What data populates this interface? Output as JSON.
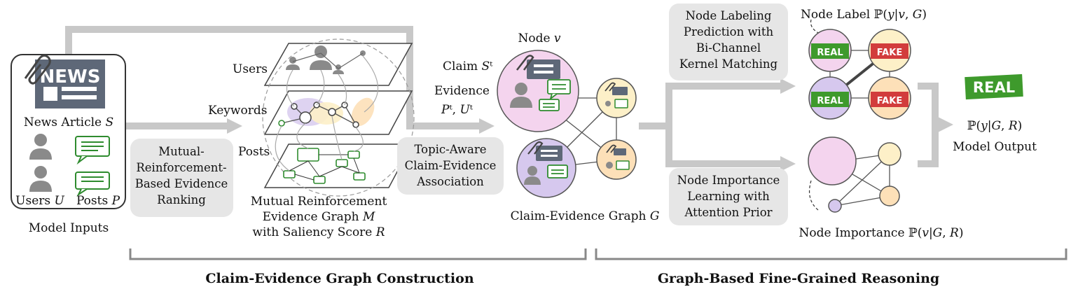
{
  "inputs": {
    "news_icon_text": "NEWS",
    "news_article": "News Article 𝑆",
    "users": "Users 𝑈",
    "posts": "Posts 𝑃",
    "caption": "Model Inputs"
  },
  "ranking_box": {
    "lines": [
      "Mutual-",
      "Reinforcement-",
      "Based Evidence",
      "Ranking"
    ]
  },
  "graph_m": {
    "layer_users": "Users",
    "layer_keywords": "Keywords",
    "layer_posts": "Posts",
    "caption_lines": [
      "Mutual Reinforcement",
      "Evidence Graph 𝑀",
      "with Saliency Score 𝑅"
    ]
  },
  "claim_labels": {
    "claim": "Claim 𝑆ᵗ",
    "evidence": "Evidence",
    "evidence_sym": "𝑃ᵗ, 𝑈ᵗ"
  },
  "assoc_box": {
    "lines": [
      "Topic-Aware",
      "Claim-Evidence",
      "Association"
    ]
  },
  "graph_g": {
    "node_label": "Node 𝑣",
    "caption": "Claim-Evidence Graph 𝐺"
  },
  "labeling_box": {
    "lines": [
      "Node Labeling",
      "Prediction with",
      "Bi-Channel",
      "Kernel Matching"
    ]
  },
  "importance_box": {
    "lines": [
      "Node Importance",
      "Learning with",
      "Attention Prior"
    ]
  },
  "label_graph": {
    "title": "Node Label ℙ(𝑦|𝑣, 𝐺)",
    "stamps": [
      "REAL",
      "FAKE",
      "REAL",
      "FAKE"
    ]
  },
  "importance_graph": {
    "title": "Node Importance ℙ(𝑣|𝐺, 𝑅)"
  },
  "output": {
    "stamp": "REAL",
    "prob": "ℙ(𝑦|𝐺, 𝑅)",
    "caption": "Model Output"
  },
  "stages": {
    "left": "Claim-Evidence Graph Construction",
    "right": "Graph-Based Fine-Grained Reasoning"
  },
  "colors": {
    "arrow_gray": "#c8c8c8",
    "box_gray": "#e6e6e6",
    "real_green": "#3e9a2c",
    "fake_red": "#d23c3c",
    "pink": "#f4d4ee",
    "purple": "#d6c8ee",
    "yellow": "#fdf0c8",
    "orange": "#fde0b8",
    "post_green": "#2e8b2e",
    "icon_slate": "#5e6878"
  }
}
